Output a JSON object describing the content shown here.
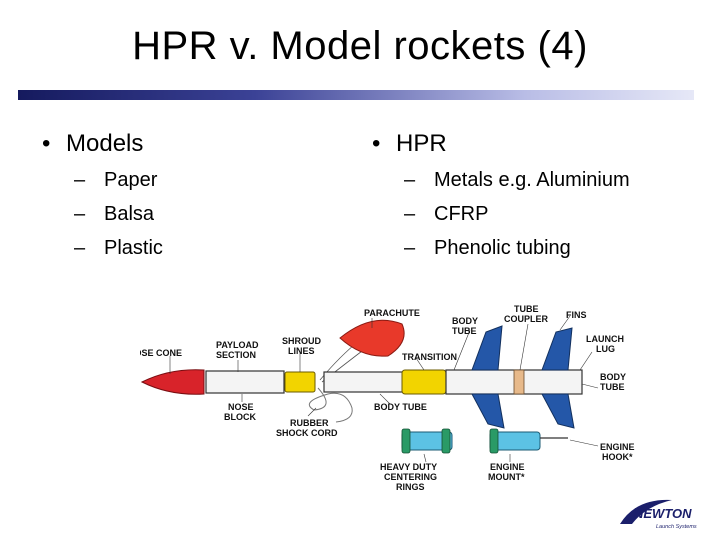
{
  "slide": {
    "title": "HPR v. Model rockets (4)",
    "left": {
      "heading": "Models",
      "items": [
        "Paper",
        "Balsa",
        "Plastic"
      ]
    },
    "right": {
      "heading": "HPR",
      "items": [
        "Metals e.g. Aluminium",
        "CFRP",
        "Phenolic tubing"
      ]
    },
    "bullet_glyph": "•",
    "dash_glyph": "–"
  },
  "diagram": {
    "labels": {
      "nose_cone": "NOSE CONE",
      "payload_1": "PAYLOAD",
      "payload_2": "SECTION",
      "shroud_1": "SHROUD",
      "shroud_2": "LINES",
      "parachute": "PARACHUTE",
      "body_tube_top_1": "BODY",
      "body_tube_top_2": "TUBE",
      "tube_coupler_1": "TUBE",
      "tube_coupler_2": "COUPLER",
      "fins": "FINS",
      "launch_lug_1": "LAUNCH",
      "launch_lug_2": "LUG",
      "transition": "TRANSITION",
      "body_tube_right_1": "BODY",
      "body_tube_right_2": "TUBE",
      "nose_block_1": "NOSE",
      "nose_block_2": "BLOCK",
      "rubber_1": "RUBBER",
      "rubber_2": "SHOCK CORD",
      "body_tube_bottom": "BODY TUBE",
      "heavy_1": "HEAVY DUTY",
      "heavy_2": "CENTERING",
      "heavy_3": "RINGS",
      "engine_mount_1": "ENGINE",
      "engine_mount_2": "MOUNT*",
      "engine_hook_1": "ENGINE",
      "engine_hook_2": "HOOK*"
    }
  },
  "logo": {
    "name": "NEWTON",
    "tagline": "Launch Systems"
  },
  "colors": {
    "nose_cone": "#d8232a",
    "parachute": "#e8392a",
    "payload_yellow": "#f2d400",
    "fins": "#2457a8",
    "engine_mount": "#2a9a66",
    "rule_dark": "#1b1f6b"
  }
}
